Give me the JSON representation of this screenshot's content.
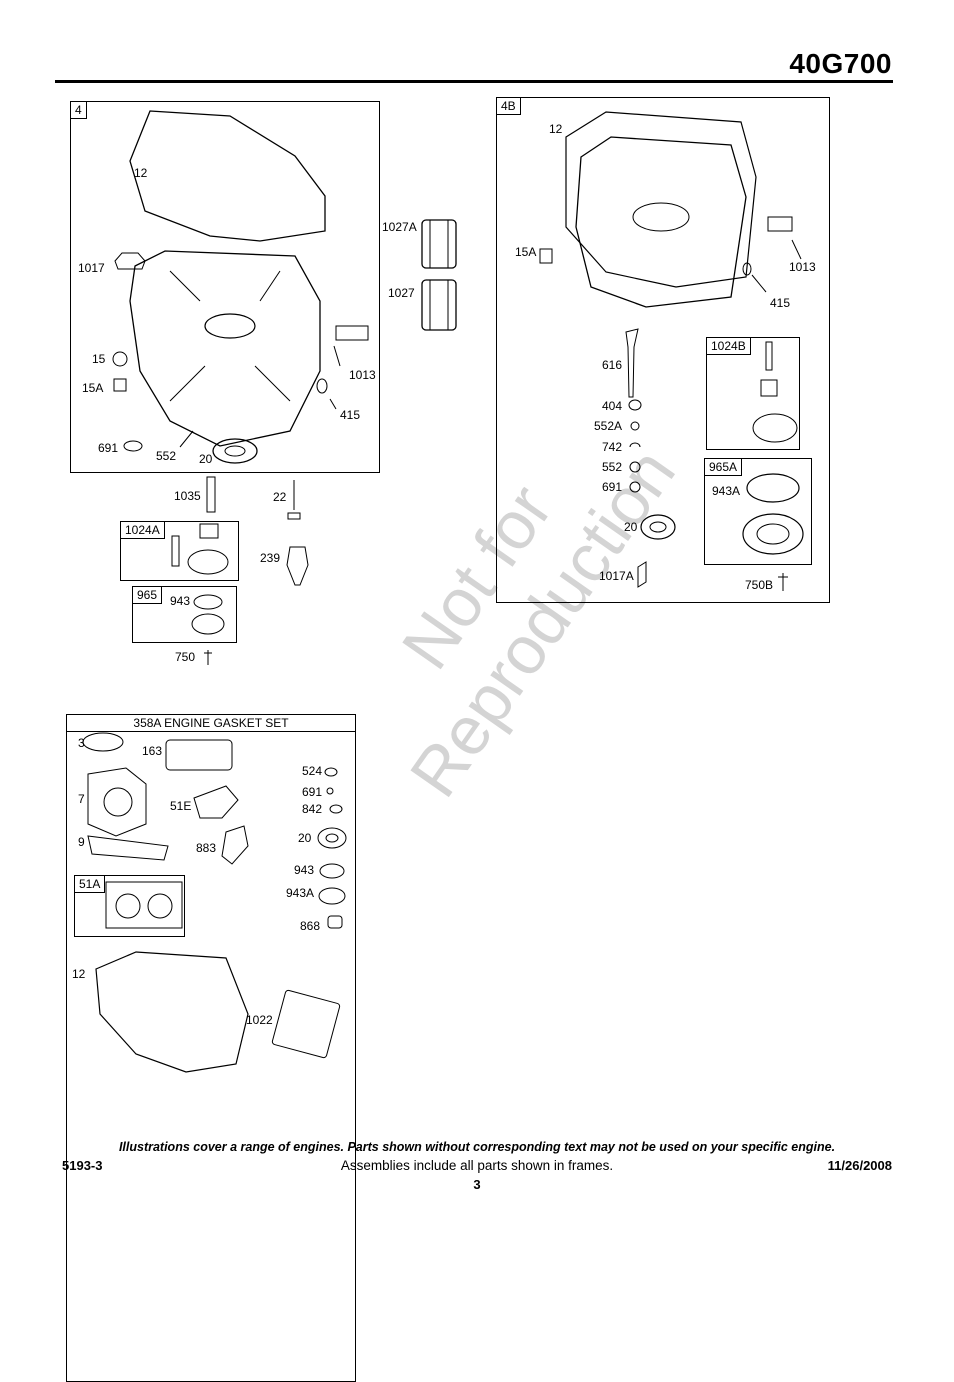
{
  "header": {
    "model": "40G700"
  },
  "frame4": {
    "tag": "4",
    "labels": [
      "12",
      "1017",
      "15",
      "15A",
      "691",
      "552",
      "20",
      "1013",
      "415"
    ]
  },
  "filters": {
    "labels": [
      "1027A",
      "1027"
    ]
  },
  "below4": {
    "labels": [
      "1035",
      "22",
      "239",
      "750"
    ]
  },
  "frame1024A": {
    "tag": "1024A"
  },
  "frame965": {
    "tag": "965",
    "label": "943"
  },
  "frame4B": {
    "tag": "4B",
    "labels": [
      "12",
      "15A",
      "1013",
      "415",
      "616",
      "404",
      "552A",
      "742",
      "552",
      "691",
      "20",
      "1017A",
      "750B"
    ]
  },
  "frame1024B": {
    "tag": "1024B"
  },
  "frame965A": {
    "tag": "965A",
    "label": "943A"
  },
  "gasket_set": {
    "title": "358A ENGINE GASKET SET",
    "labels": [
      "3",
      "163",
      "7",
      "51E",
      "9",
      "883",
      "524",
      "691",
      "842",
      "20",
      "943",
      "943A",
      "868",
      "12",
      "1022"
    ],
    "subframe_tag": "51A"
  },
  "watermark": {
    "line1": "Not for",
    "line2": "Reproduction"
  },
  "footer": {
    "note": "Illustrations cover a range of engines. Parts shown without corresponding text may not be used on your specific engine.",
    "doc_number": "5193-3",
    "assemblies": "Assemblies include all parts shown in frames.",
    "date": "11/26/2008",
    "page": "3"
  }
}
